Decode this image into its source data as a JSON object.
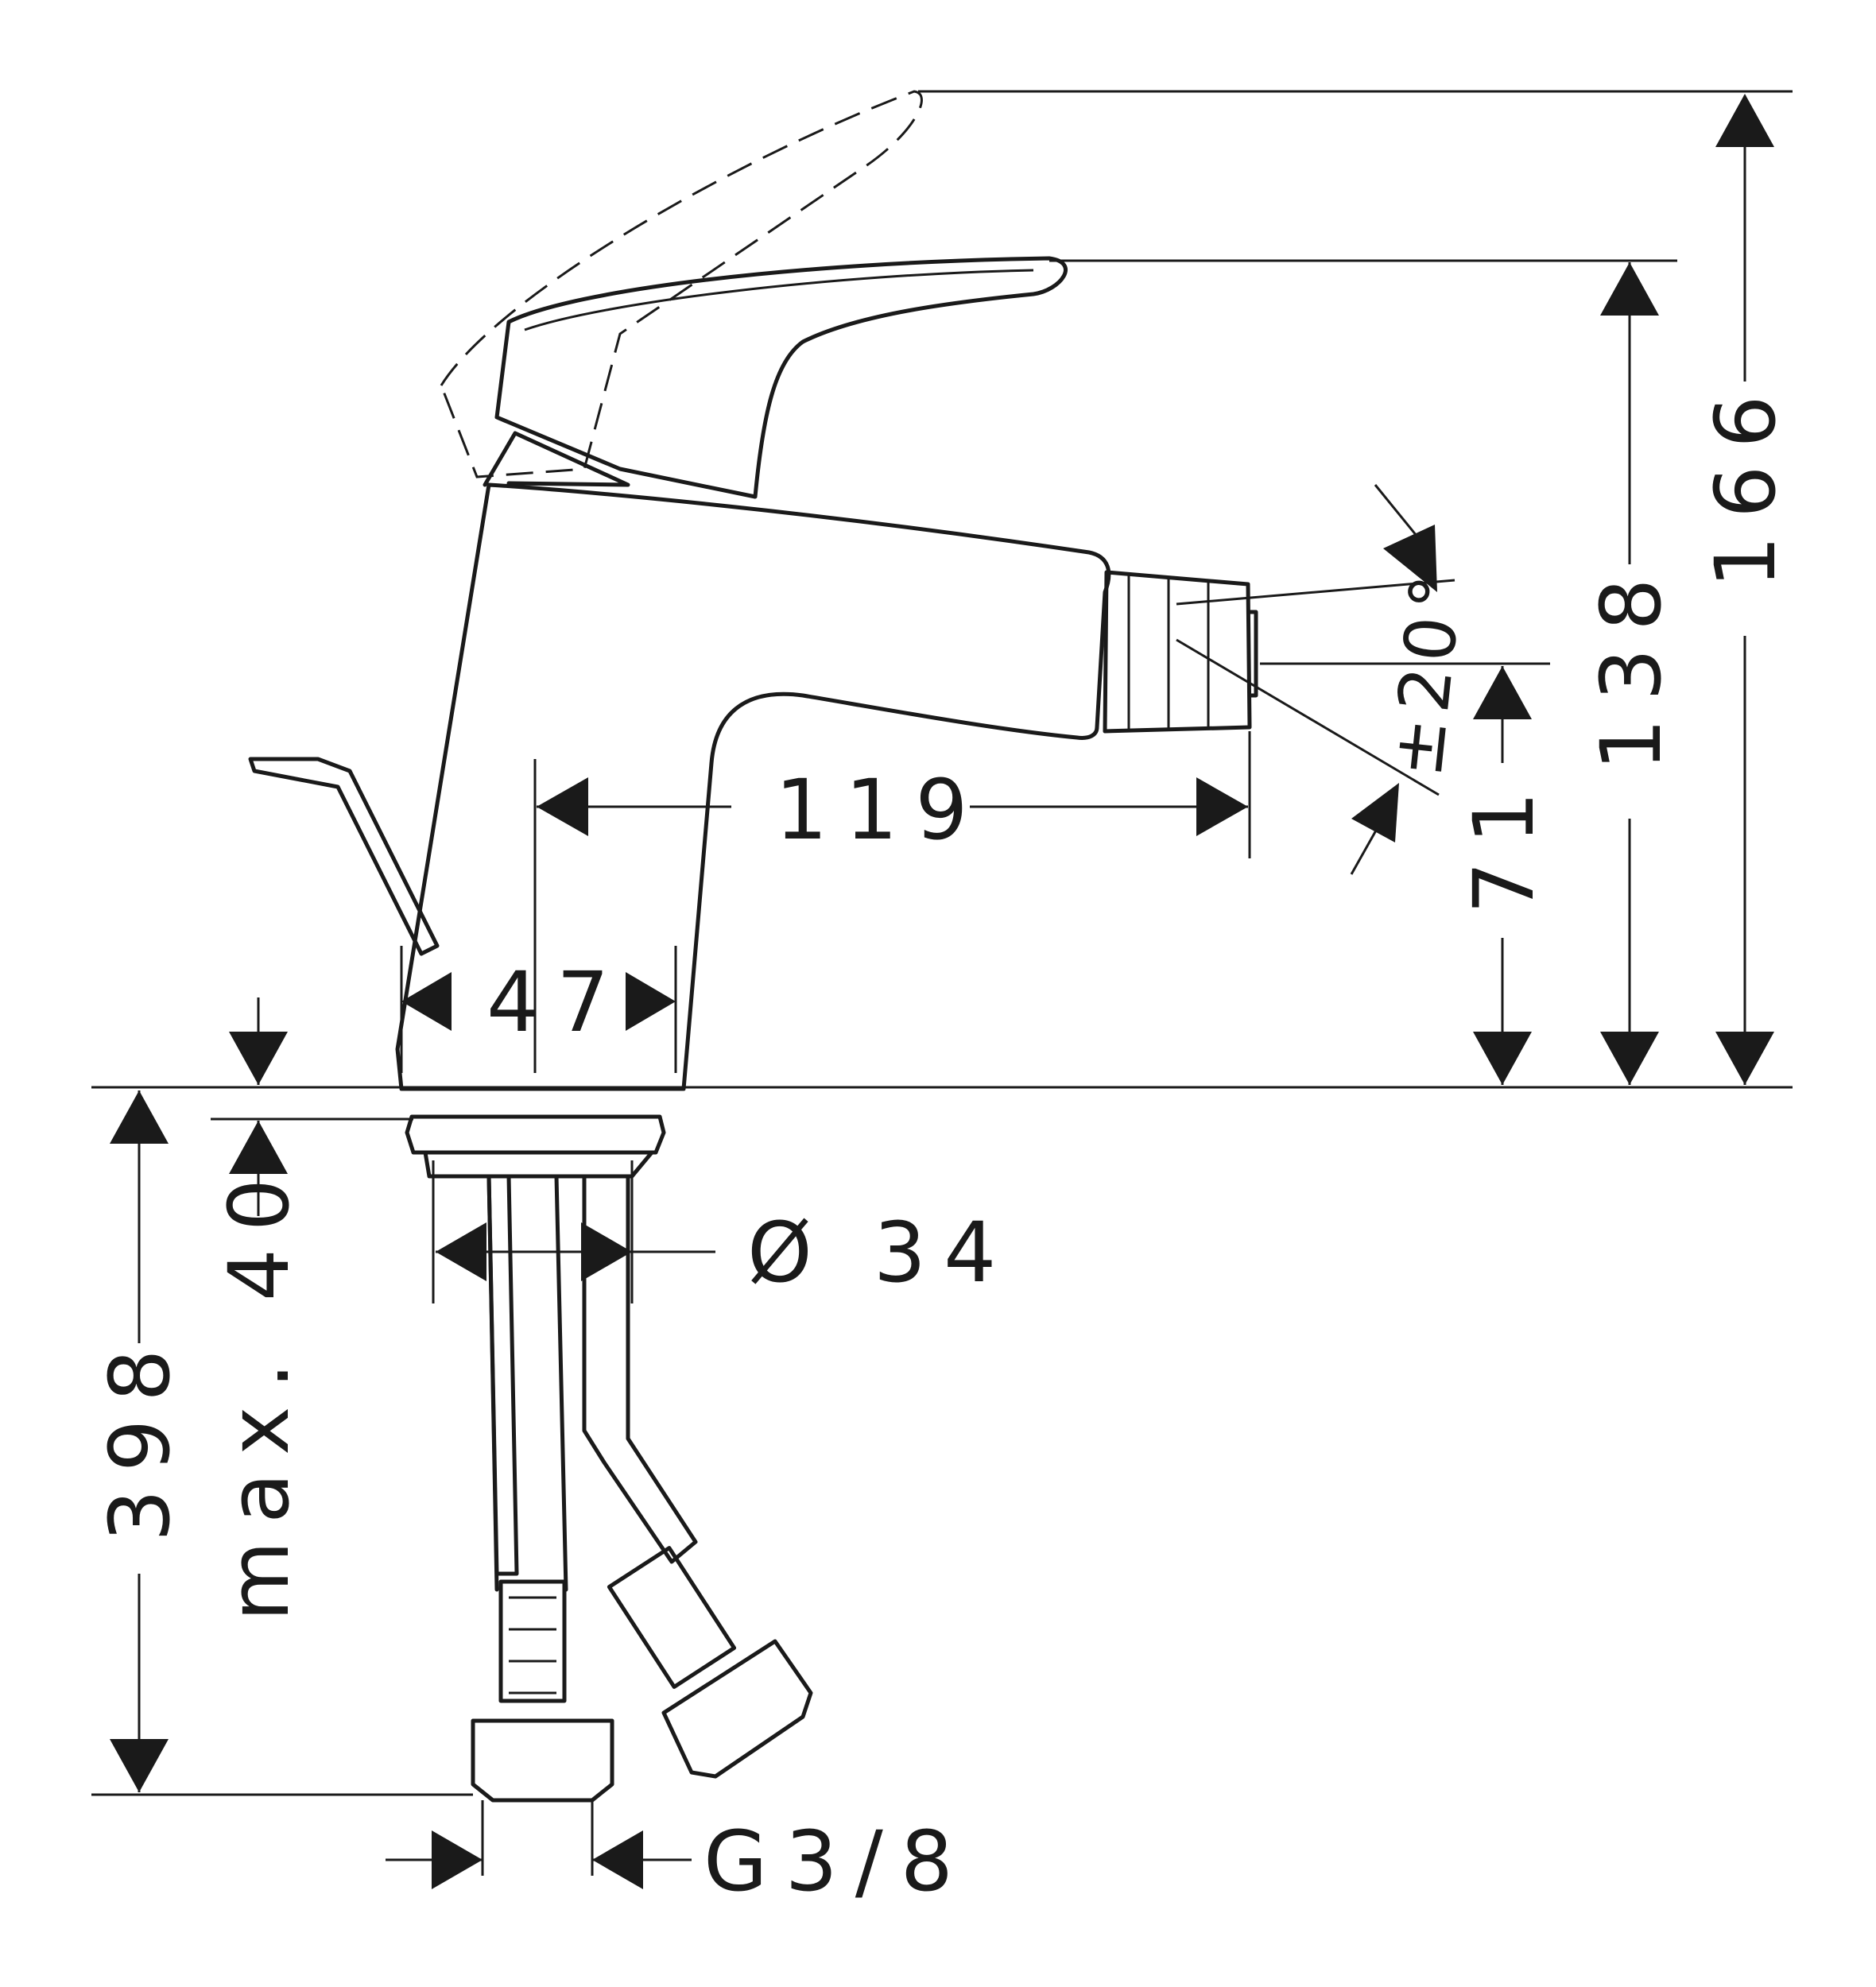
{
  "dimensions": {
    "overall_height": "166",
    "spout_height": "138",
    "outlet_height": "71",
    "spout_reach": "119",
    "body_width": "47",
    "below_deck_length": "398",
    "max_deck_thickness": "max. 40",
    "shank_diameter": "Ø 34",
    "swivel_angle": "±20°",
    "connection_thread": "G3/8"
  }
}
